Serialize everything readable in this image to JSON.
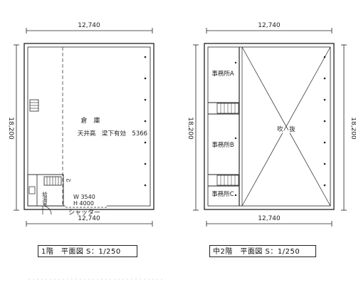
{
  "floor1": {
    "dim_top": "12,740",
    "dim_bottom": "12,740",
    "dim_left": "18,200",
    "warehouse": "倉　庫",
    "ceiling": "天井高　梁下有効　5366",
    "toilet": "給湯室",
    "shutter_w": "W 3540",
    "shutter_h": "H 4000",
    "shutter": "シャッター",
    "ev": "EV"
  },
  "floor2": {
    "dim_top": "12,740",
    "dim_bottom": "12,740",
    "dim_left": "18,200",
    "dim_right": "18,200",
    "office_a": "事務所A",
    "office_b": "事務所B",
    "office_c": "事務所C",
    "void": "吹　抜"
  },
  "captions": {
    "floor1": "1階　平面図 S：1/250",
    "floor2": "中2階　平面図 S：1/250"
  }
}
